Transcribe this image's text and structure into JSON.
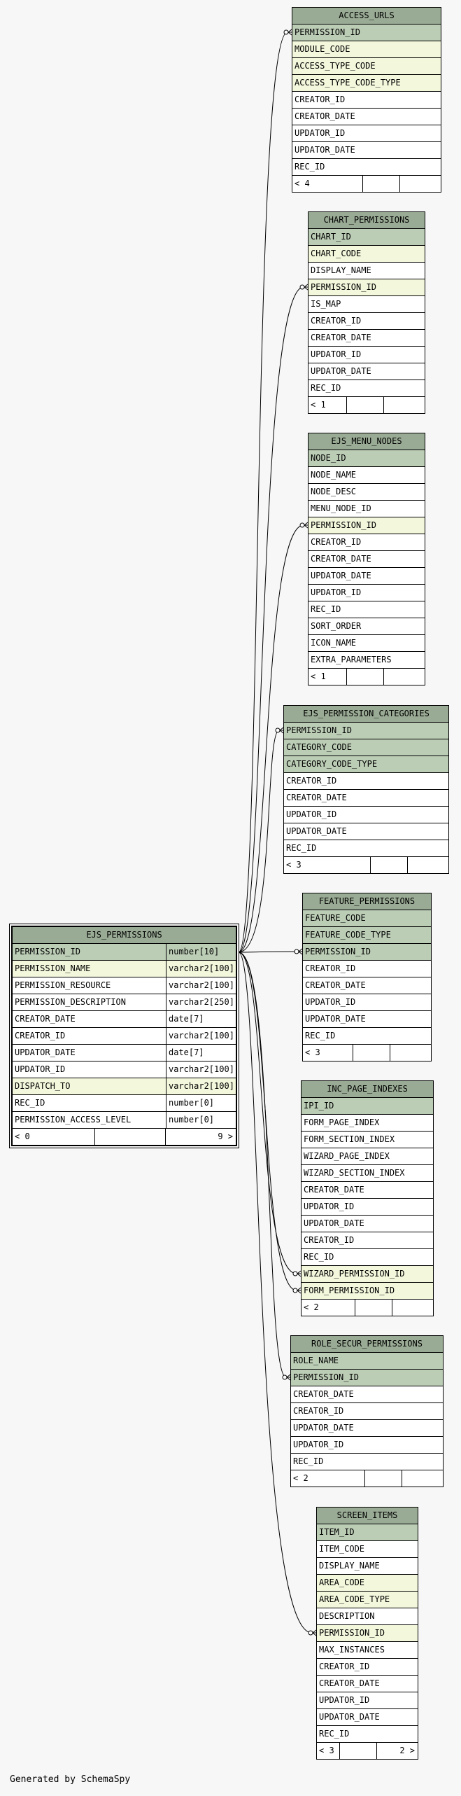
{
  "generated_by": "Generated by SchemaSpy",
  "main_table": {
    "name": "EJS_PERMISSIONS",
    "columns": [
      {
        "name": "PERMISSION_ID",
        "type": "number[10]",
        "kind": "pk"
      },
      {
        "name": "PERMISSION_NAME",
        "type": "varchar2[100]",
        "kind": "fk"
      },
      {
        "name": "PERMISSION_RESOURCE",
        "type": "varchar2[100]",
        "kind": ""
      },
      {
        "name": "PERMISSION_DESCRIPTION",
        "type": "varchar2[250]",
        "kind": ""
      },
      {
        "name": "CREATOR_DATE",
        "type": "date[7]",
        "kind": ""
      },
      {
        "name": "CREATOR_ID",
        "type": "varchar2[100]",
        "kind": ""
      },
      {
        "name": "UPDATOR_DATE",
        "type": "date[7]",
        "kind": ""
      },
      {
        "name": "UPDATOR_ID",
        "type": "varchar2[100]",
        "kind": ""
      },
      {
        "name": "DISPATCH_TO",
        "type": "varchar2[100]",
        "kind": "fk"
      },
      {
        "name": "REC_ID",
        "type": "number[0]",
        "kind": ""
      },
      {
        "name": "PERMISSION_ACCESS_LEVEL",
        "type": "number[0]",
        "kind": ""
      }
    ],
    "footer": [
      "< 0",
      "",
      "9 >"
    ]
  },
  "tables": [
    {
      "name": "ACCESS_URLS",
      "columns": [
        {
          "name": "PERMISSION_ID",
          "kind": "pk"
        },
        {
          "name": "MODULE_CODE",
          "kind": "fk"
        },
        {
          "name": "ACCESS_TYPE_CODE",
          "kind": "fk"
        },
        {
          "name": "ACCESS_TYPE_CODE_TYPE",
          "kind": "fk"
        },
        {
          "name": "CREATOR_ID",
          "kind": ""
        },
        {
          "name": "CREATOR_DATE",
          "kind": ""
        },
        {
          "name": "UPDATOR_ID",
          "kind": ""
        },
        {
          "name": "UPDATOR_DATE",
          "kind": ""
        },
        {
          "name": "REC_ID",
          "kind": ""
        }
      ],
      "footer": [
        "< 4",
        "",
        ""
      ]
    },
    {
      "name": "CHART_PERMISSIONS",
      "columns": [
        {
          "name": "CHART_ID",
          "kind": "pk"
        },
        {
          "name": "CHART_CODE",
          "kind": "fk"
        },
        {
          "name": "DISPLAY_NAME",
          "kind": ""
        },
        {
          "name": "PERMISSION_ID",
          "kind": "fk"
        },
        {
          "name": "IS_MAP",
          "kind": ""
        },
        {
          "name": "CREATOR_ID",
          "kind": ""
        },
        {
          "name": "CREATOR_DATE",
          "kind": ""
        },
        {
          "name": "UPDATOR_ID",
          "kind": ""
        },
        {
          "name": "UPDATOR_DATE",
          "kind": ""
        },
        {
          "name": "REC_ID",
          "kind": ""
        }
      ],
      "footer": [
        "< 1",
        "",
        ""
      ]
    },
    {
      "name": "EJS_MENU_NODES",
      "columns": [
        {
          "name": "NODE_ID",
          "kind": "pk"
        },
        {
          "name": "NODE_NAME",
          "kind": ""
        },
        {
          "name": "NODE_DESC",
          "kind": ""
        },
        {
          "name": "MENU_NODE_ID",
          "kind": ""
        },
        {
          "name": "PERMISSION_ID",
          "kind": "fk"
        },
        {
          "name": "CREATOR_ID",
          "kind": ""
        },
        {
          "name": "CREATOR_DATE",
          "kind": ""
        },
        {
          "name": "UPDATOR_DATE",
          "kind": ""
        },
        {
          "name": "UPDATOR_ID",
          "kind": ""
        },
        {
          "name": "REC_ID",
          "kind": ""
        },
        {
          "name": "SORT_ORDER",
          "kind": ""
        },
        {
          "name": "ICON_NAME",
          "kind": ""
        },
        {
          "name": "EXTRA_PARAMETERS",
          "kind": ""
        }
      ],
      "footer": [
        "< 1",
        "",
        ""
      ]
    },
    {
      "name": "EJS_PERMISSION_CATEGORIES",
      "columns": [
        {
          "name": "PERMISSION_ID",
          "kind": "pk"
        },
        {
          "name": "CATEGORY_CODE",
          "kind": "pk"
        },
        {
          "name": "CATEGORY_CODE_TYPE",
          "kind": "pk"
        },
        {
          "name": "CREATOR_ID",
          "kind": ""
        },
        {
          "name": "CREATOR_DATE",
          "kind": ""
        },
        {
          "name": "UPDATOR_ID",
          "kind": ""
        },
        {
          "name": "UPDATOR_DATE",
          "kind": ""
        },
        {
          "name": "REC_ID",
          "kind": ""
        }
      ],
      "footer": [
        "< 3",
        "",
        ""
      ]
    },
    {
      "name": "FEATURE_PERMISSIONS",
      "columns": [
        {
          "name": "FEATURE_CODE",
          "kind": "pk"
        },
        {
          "name": "FEATURE_CODE_TYPE",
          "kind": "pk"
        },
        {
          "name": "PERMISSION_ID",
          "kind": "pk"
        },
        {
          "name": "CREATOR_ID",
          "kind": ""
        },
        {
          "name": "CREATOR_DATE",
          "kind": ""
        },
        {
          "name": "UPDATOR_ID",
          "kind": ""
        },
        {
          "name": "UPDATOR_DATE",
          "kind": ""
        },
        {
          "name": "REC_ID",
          "kind": ""
        }
      ],
      "footer": [
        "< 3",
        "",
        ""
      ]
    },
    {
      "name": "INC_PAGE_INDEXES",
      "columns": [
        {
          "name": "IPI_ID",
          "kind": "pk"
        },
        {
          "name": "FORM_PAGE_INDEX",
          "kind": ""
        },
        {
          "name": "FORM_SECTION_INDEX",
          "kind": ""
        },
        {
          "name": "WIZARD_PAGE_INDEX",
          "kind": ""
        },
        {
          "name": "WIZARD_SECTION_INDEX",
          "kind": ""
        },
        {
          "name": "CREATOR_DATE",
          "kind": ""
        },
        {
          "name": "UPDATOR_ID",
          "kind": ""
        },
        {
          "name": "UPDATOR_DATE",
          "kind": ""
        },
        {
          "name": "CREATOR_ID",
          "kind": ""
        },
        {
          "name": "REC_ID",
          "kind": ""
        },
        {
          "name": "WIZARD_PERMISSION_ID",
          "kind": "fk"
        },
        {
          "name": "FORM_PERMISSION_ID",
          "kind": "fk"
        }
      ],
      "footer": [
        "< 2",
        "",
        ""
      ]
    },
    {
      "name": "ROLE_SECUR_PERMISSIONS",
      "columns": [
        {
          "name": "ROLE_NAME",
          "kind": "pk"
        },
        {
          "name": "PERMISSION_ID",
          "kind": "pk"
        },
        {
          "name": "CREATOR_DATE",
          "kind": ""
        },
        {
          "name": "CREATOR_ID",
          "kind": ""
        },
        {
          "name": "UPDATOR_DATE",
          "kind": ""
        },
        {
          "name": "UPDATOR_ID",
          "kind": ""
        },
        {
          "name": "REC_ID",
          "kind": ""
        }
      ],
      "footer": [
        "< 2",
        "",
        ""
      ]
    },
    {
      "name": "SCREEN_ITEMS",
      "columns": [
        {
          "name": "ITEM_ID",
          "kind": "pk"
        },
        {
          "name": "ITEM_CODE",
          "kind": ""
        },
        {
          "name": "DISPLAY_NAME",
          "kind": ""
        },
        {
          "name": "AREA_CODE",
          "kind": "fk"
        },
        {
          "name": "AREA_CODE_TYPE",
          "kind": "fk"
        },
        {
          "name": "DESCRIPTION",
          "kind": ""
        },
        {
          "name": "PERMISSION_ID",
          "kind": "fk"
        },
        {
          "name": "MAX_INSTANCES",
          "kind": ""
        },
        {
          "name": "CREATOR_ID",
          "kind": ""
        },
        {
          "name": "CREATOR_DATE",
          "kind": ""
        },
        {
          "name": "UPDATOR_ID",
          "kind": ""
        },
        {
          "name": "UPDATOR_DATE",
          "kind": ""
        },
        {
          "name": "REC_ID",
          "kind": ""
        }
      ],
      "footer": [
        "< 3",
        "",
        "2 >"
      ]
    }
  ],
  "colors": {
    "header": "#9aab95",
    "primary_key_row": "#bccdb6",
    "foreign_key_row": "#f3f7dc",
    "background": "#f7f7f7"
  }
}
